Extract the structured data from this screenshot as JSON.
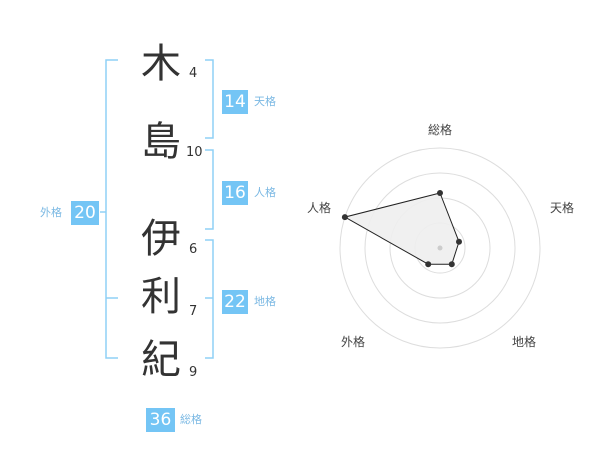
{
  "name_chars": [
    {
      "char": "木",
      "strokes": "4"
    },
    {
      "char": "島",
      "strokes": "10"
    },
    {
      "char": "伊",
      "strokes": "6"
    },
    {
      "char": "利",
      "strokes": "7"
    },
    {
      "char": "紀",
      "strokes": "9"
    }
  ],
  "kakusu": {
    "tenkaku": {
      "value": "14",
      "label": "天格"
    },
    "jinkaku": {
      "value": "16",
      "label": "人格"
    },
    "chikaku": {
      "value": "22",
      "label": "地格"
    },
    "gaikaku": {
      "value": "20",
      "label": "外格"
    },
    "soukaku": {
      "value": "36",
      "label": "総格"
    }
  },
  "radar": {
    "axes": [
      "総格",
      "天格",
      "地格",
      "外格",
      "人格"
    ],
    "values": [
      0.55,
      0.2,
      0.2,
      0.2,
      1.0
    ],
    "rings": 4
  },
  "colors": {
    "accent": "#74c5f5",
    "accent_text": "#7ab8e3",
    "bracket": "#8fd0f5",
    "text": "#333333"
  }
}
